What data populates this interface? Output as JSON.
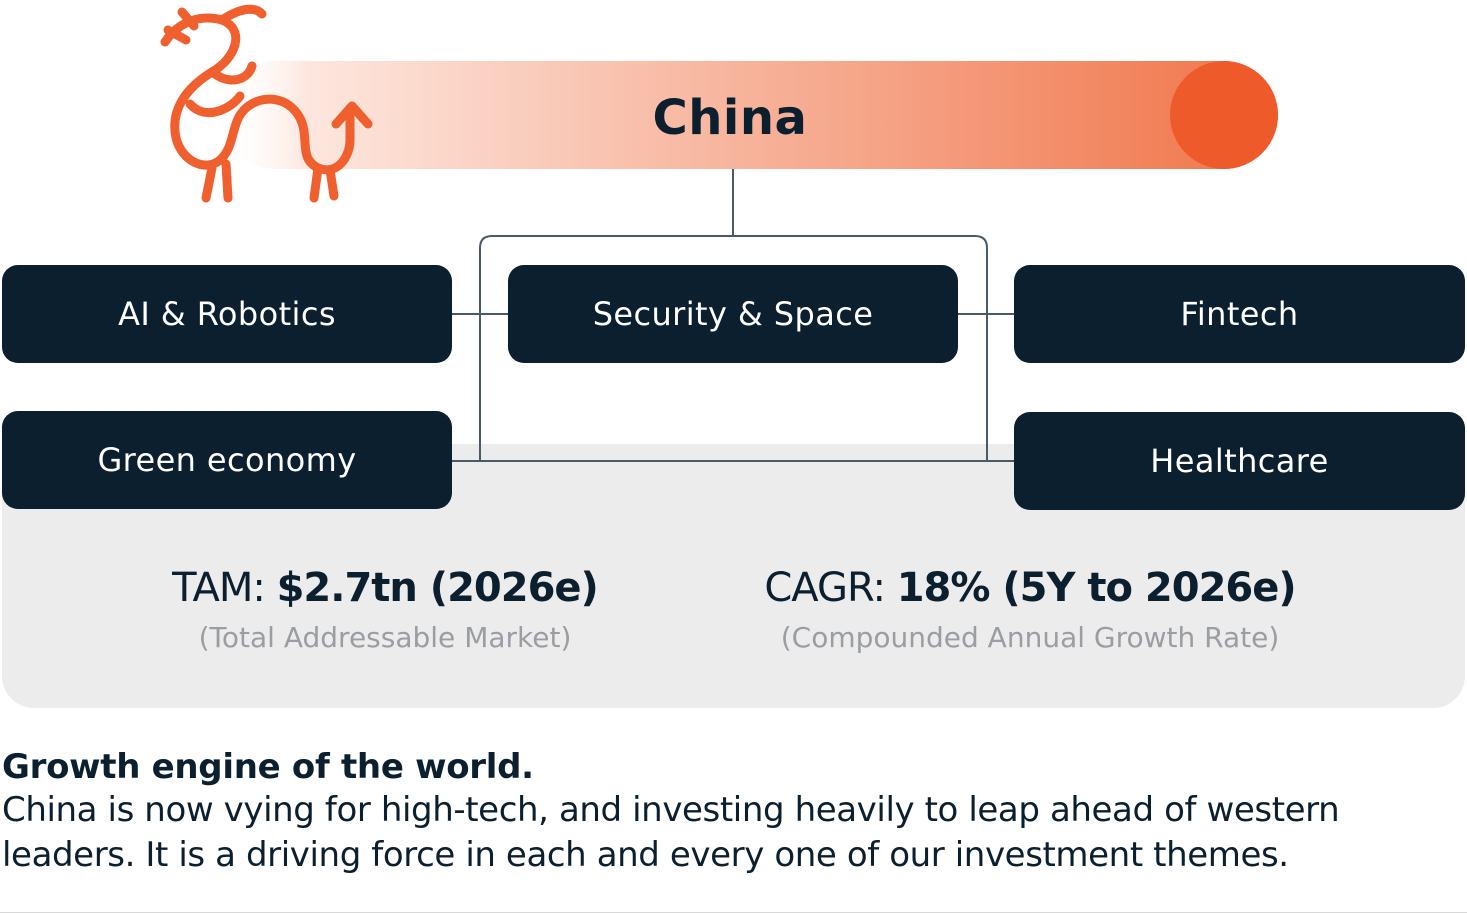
{
  "banner": {
    "title": "China",
    "gradient_start": "#fde7df",
    "gradient_end": "#f07448",
    "accent_circle": "#ef5a2b",
    "dragon_color": "#f0602e"
  },
  "themes": {
    "ai_robotics": "AI & Robotics",
    "security_space": "Security & Space",
    "fintech": "Fintech",
    "green_economy": "Green economy",
    "healthcare": "Healthcare"
  },
  "stats": {
    "tam": {
      "label": "TAM: ",
      "value": "$2.7tn (2026e)",
      "sub": "(Total Addressable Market)"
    },
    "cagr": {
      "label": "CAGR: ",
      "value": "18% (5Y to 2026e)",
      "sub": "(Compounded Annual Growth Rate)"
    }
  },
  "text": {
    "headline": "Growth engine of the world.",
    "body": "China is now vying for high-tech, and investing heavily to leap ahead of western leaders. It is a driving force in each and every one of our investment themes."
  },
  "colors": {
    "navy": "#0b1f2e",
    "panel_gray": "#ececed",
    "connector": "#4a5a66",
    "muted_text": "#9a9ea3"
  }
}
